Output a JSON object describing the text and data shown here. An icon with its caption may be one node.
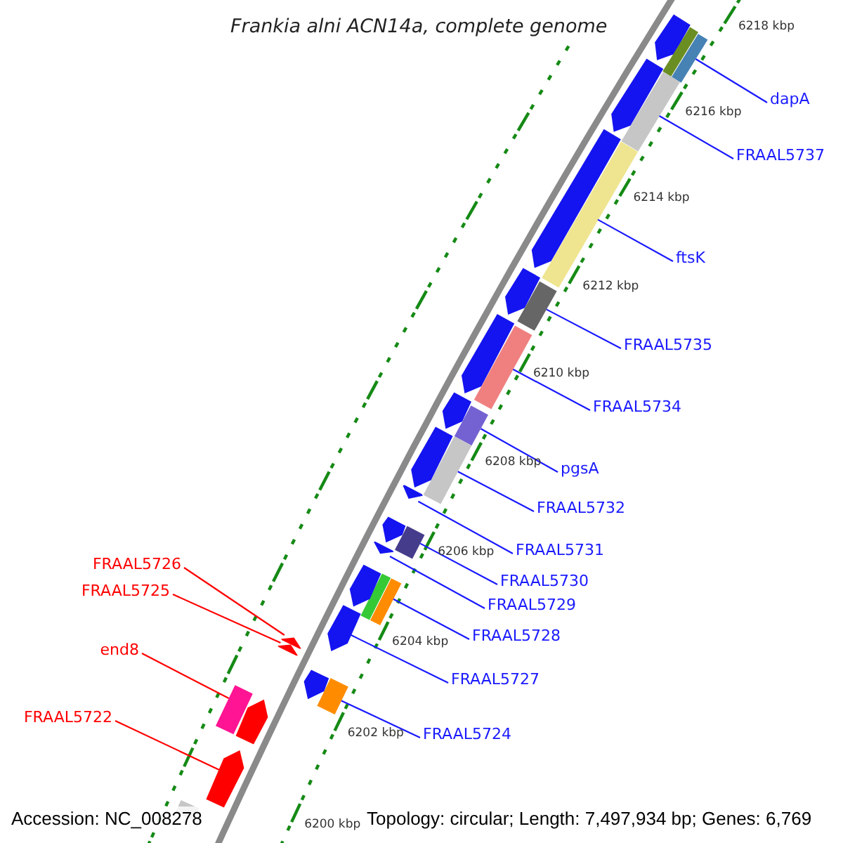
{
  "diagram": {
    "title": "Frankia alni ACN14a, complete genome",
    "nodes": [
      {
        "text": [
          "dapA"
        ]
      },
      {
        "text": [
          "FRAAL5737"
        ]
      },
      {
        "text": [
          "ftsK"
        ]
      },
      {
        "text": [
          "FRAAL5735"
        ]
      },
      {
        "text": [
          "FRAAL5734"
        ]
      },
      {
        "text": [
          "pgsA"
        ]
      },
      {
        "text": [
          "FRAAL5732"
        ]
      },
      {
        "text": [
          "FRAAL5731"
        ]
      },
      {
        "text": [
          "FRAAL5726"
        ]
      },
      {
        "text": [
          "FRAAL5730"
        ]
      },
      {
        "text": [
          "FRAAL5725"
        ]
      },
      {
        "text": [
          "FRAAL5729"
        ]
      },
      {
        "text": [
          "FRAAL5728"
        ]
      },
      {
        "text": [
          "end8"
        ]
      },
      {
        "text": [
          "FRAAL5727"
        ]
      },
      {
        "text": [
          "FRAAL5722"
        ]
      },
      {
        "text": [
          "FRAAL5724"
        ]
      },
      {
        "text": [],
        "shape": "arrow"
      },
      {
        "text": [],
        "shape": "bar"
      },
      {
        "text": [],
        "shape": "bar"
      },
      {
        "text": [],
        "shape": "arrow"
      },
      {
        "text": [],
        "shape": "bar"
      },
      {
        "text": [],
        "shape": "arrow"
      },
      {
        "text": [],
        "shape": "bar"
      },
      {
        "text": [],
        "shape": "arrow"
      },
      {
        "text": [],
        "shape": "bar"
      },
      {
        "text": [],
        "shape": "arrow"
      },
      {
        "text": [],
        "shape": "bar"
      },
      {
        "text": [],
        "shape": "arrow"
      },
      {
        "text": [],
        "shape": "bar"
      },
      {
        "text": [],
        "shape": "bar"
      },
      {
        "text": [],
        "shape": "arrow"
      },
      {
        "text": [],
        "shape": "arrow"
      },
      {
        "text": [],
        "shape": "bar"
      },
      {
        "text": [],
        "shape": "arrow"
      },
      {
        "text": [],
        "shape": "arrow"
      },
      {
        "text": [],
        "shape": "bar"
      },
      {
        "text": [],
        "shape": "bar"
      },
      {
        "text": [],
        "shape": "arrow"
      },
      {
        "text": [],
        "shape": "arrow"
      },
      {
        "text": [],
        "shape": "arrow"
      },
      {
        "text": [],
        "shape": "arrow"
      },
      {
        "text": [],
        "shape": "bar"
      },
      {
        "text": [],
        "shape": "arrow"
      },
      {
        "text": [],
        "shape": "bar"
      },
      {
        "text": [],
        "shape": "arrow"
      },
      {
        "text": [],
        "shape": "arrow"
      },
      {
        "text": [],
        "shape": "bar"
      }
    ],
    "edges": [
      {
        "from": 0,
        "to": 19,
        "arrow": "none"
      },
      {
        "from": 1,
        "to": 21,
        "arrow": "none"
      },
      {
        "from": 2,
        "to": 23,
        "arrow": "none"
      },
      {
        "from": 3,
        "to": 25,
        "arrow": "none"
      },
      {
        "from": 4,
        "to": 27,
        "arrow": "none"
      },
      {
        "from": 5,
        "to": 29,
        "arrow": "none"
      },
      {
        "from": 6,
        "to": 30,
        "arrow": "none"
      },
      {
        "from": 7,
        "to": 32,
        "arrow": "none"
      },
      {
        "from": 8,
        "to": 40,
        "arrow": "none",
        "color": "#ff0000"
      },
      {
        "from": 9,
        "to": 33,
        "arrow": "none"
      },
      {
        "from": 10,
        "to": 41,
        "arrow": "none",
        "color": "#ff0000"
      },
      {
        "from": 11,
        "to": 35,
        "arrow": "none"
      },
      {
        "from": 12,
        "to": 37,
        "arrow": "none"
      },
      {
        "from": 13,
        "to": 44,
        "arrow": "none",
        "color": "#ff0000"
      },
      {
        "from": 14,
        "to": 39,
        "arrow": "none"
      },
      {
        "from": 15,
        "to": 46,
        "arrow": "none",
        "color": "#ff0000"
      },
      {
        "from": 16,
        "to": 42,
        "arrow": "none"
      }
    ],
    "labels": [
      "6218 kbp",
      "6216 kbp",
      "6214 kbp",
      "6212 kbp",
      "6210 kbp",
      "6208 kbp",
      "6206 kbp",
      "6204 kbp",
      "6202 kbp",
      "6200 kbp",
      "Accession: NC_008278",
      "Topology: circular; Length: 7,497,934 bp; Genes: 6,769"
    ]
  }
}
